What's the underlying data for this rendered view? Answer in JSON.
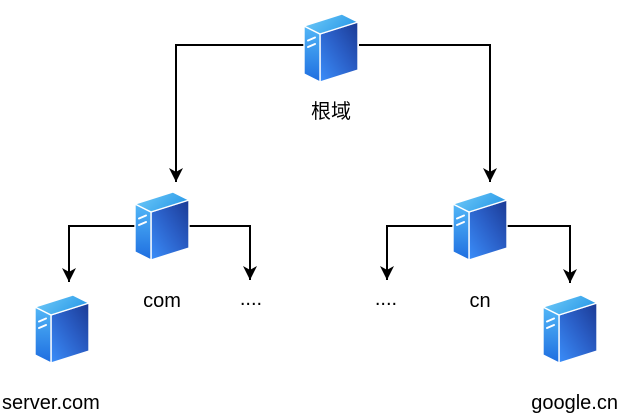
{
  "diagram": {
    "description": "DNS hierarchy tree of isometric server icons",
    "background_color": "#ffffff",
    "line_color": "#000000",
    "text_color": "#000000",
    "icon_colors": {
      "top_face_light": "#74cdf9",
      "top_face_dark": "#2d9ce9",
      "left_face_light": "#52b7f7",
      "left_face_dark": "#1e6de0",
      "right_face_light": "#3a8efa",
      "right_face_mid": "#2a5ec6",
      "right_face_dark": "#1b3a94",
      "edge_color": "#ffffff"
    },
    "nodes": [
      {
        "id": "root",
        "label": "根域"
      },
      {
        "id": "com",
        "label": "com"
      },
      {
        "id": "cn",
        "label": "cn"
      },
      {
        "id": "com-others",
        "label": "...."
      },
      {
        "id": "cn-others",
        "label": "...."
      },
      {
        "id": "server-com",
        "label": "server.com"
      },
      {
        "id": "google-cn",
        "label": "google.cn"
      }
    ],
    "edges": [
      {
        "from": "root",
        "to": "com"
      },
      {
        "from": "root",
        "to": "cn"
      },
      {
        "from": "com",
        "to": "server-com"
      },
      {
        "from": "com",
        "to": "com-others"
      },
      {
        "from": "cn",
        "to": "cn-others"
      },
      {
        "from": "cn",
        "to": "google-cn"
      }
    ]
  }
}
